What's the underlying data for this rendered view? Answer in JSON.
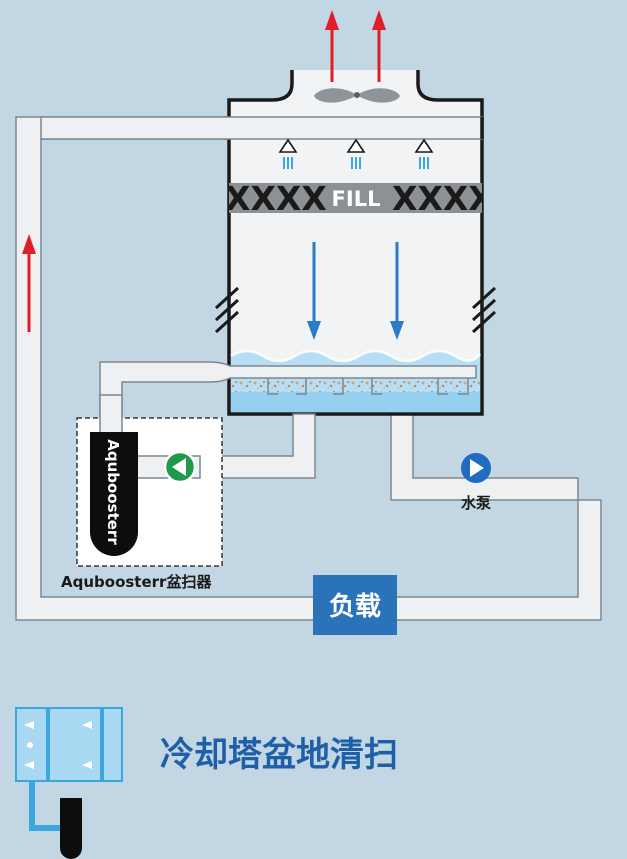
{
  "diagram": {
    "fill_label": "FILL",
    "fill_pattern": "XXXX",
    "pump_label": "水泵",
    "device_label": "Aquboosterr",
    "device_text": "Aquboosterr盆扫器",
    "load_label": "负载",
    "legend_title": "冷却塔盆地清扫"
  },
  "colors": {
    "background": "#c2d6e3",
    "pipe_fill": "#eef0f2",
    "pipe_stroke": "#7d8790",
    "tower_stroke": "#1a1a1a",
    "airflow_arrow": "#e01d2b",
    "water_arrow": "#2b7bc7",
    "water": "#b7def5",
    "spray": "#3aa7e0",
    "pump_green": "#1f9a4a",
    "pump_blue": "#1f6cc2",
    "load_box": "#2b73b8",
    "title_blue": "#1f5fa8"
  },
  "icons": [
    "fan-icon",
    "spray-nozzle-icon",
    "pump-icon",
    "aquabooster-legend-icon"
  ]
}
